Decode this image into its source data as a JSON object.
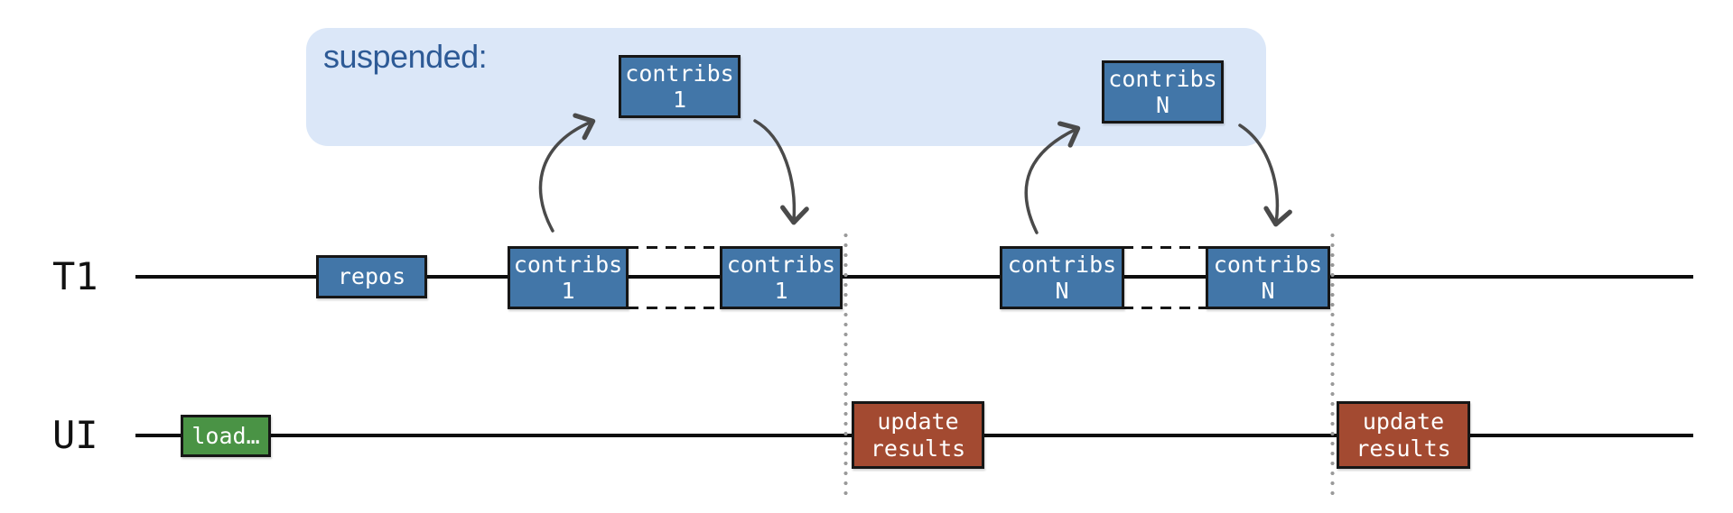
{
  "suspended": {
    "label": "suspended:",
    "boxes": {
      "c1": {
        "line1": "contribs",
        "line2": "1"
      },
      "cN": {
        "line1": "contribs",
        "line2": "N"
      }
    }
  },
  "lanes": {
    "t1": {
      "label": "T1",
      "boxes": {
        "repos": {
          "label": "repos"
        },
        "c1a": {
          "line1": "contribs",
          "line2": "1"
        },
        "c1b": {
          "line1": "contribs",
          "line2": "1"
        },
        "cNa": {
          "line1": "contribs",
          "line2": "N"
        },
        "cNb": {
          "line1": "contribs",
          "line2": "N"
        }
      }
    },
    "ui": {
      "label": "UI",
      "boxes": {
        "load": {
          "label": "load…"
        },
        "update1": {
          "line1": "update",
          "line2": "results"
        },
        "update2": {
          "line1": "update",
          "line2": "results"
        }
      }
    }
  },
  "colors": {
    "task_blue": "#4276a8",
    "load_green": "#4a9345",
    "update_red": "#a34a31",
    "suspended_bg": "#dbe7f8",
    "suspended_text": "#2d5a96",
    "timeline": "#0d0d0d",
    "dotted_line": "#9a9a9a",
    "arrow": "#4a4a4a"
  }
}
